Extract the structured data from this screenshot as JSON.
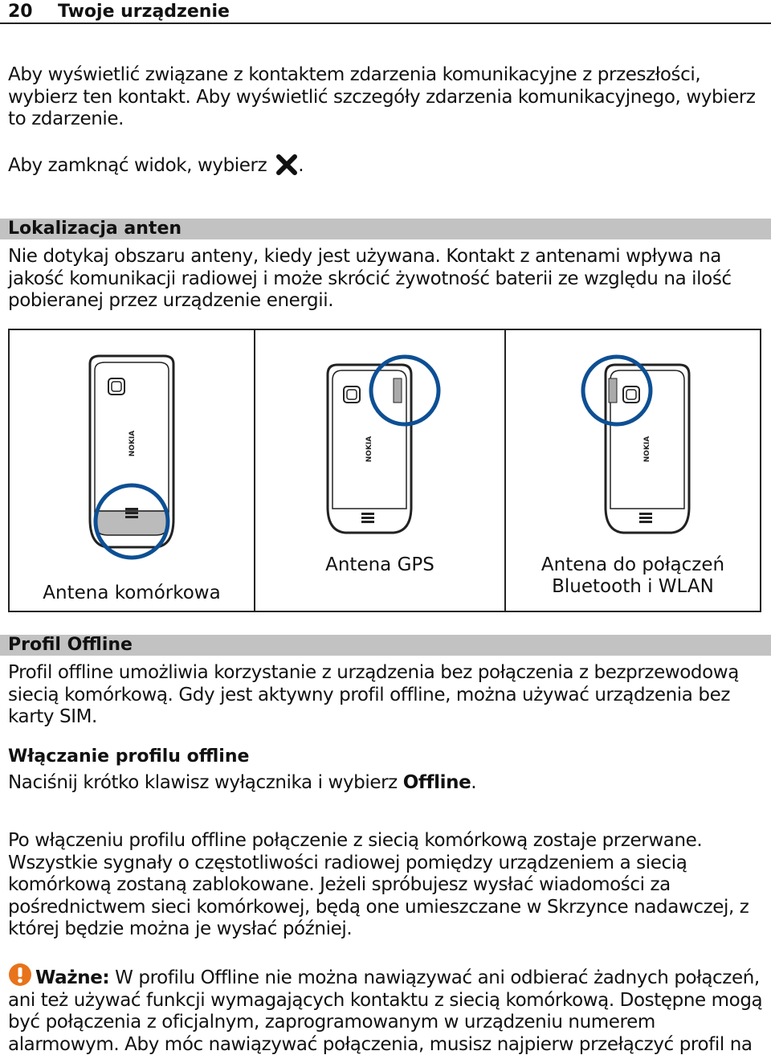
{
  "header": {
    "page_number": "20",
    "title": "Twoje urządzenie"
  },
  "intro": {
    "p1": "Aby wyświetlić związane z kontaktem zdarzenia komunikacyjne z przeszłości, wybierz ten kontakt. Aby wyświetlić szczegóły zdarzenia komunikacyjnego, wybierz to zdarzenie.",
    "p2_before": "Aby zamknąć widok, wybierz",
    "p2_after": "."
  },
  "antennas": {
    "heading": "Lokalizacja anten",
    "body": "Nie dotykaj obszaru anteny, kiedy jest używana. Kontakt z antenami wpływa na jakość komunikacji radiowej i może skrócić żywotność baterii ze względu na ilość pobieranej przez urządzenie energii.",
    "phone_brand": "NOKIA",
    "captions": [
      "Antena komórkowa",
      "Antena GPS",
      "Antena do połączeń",
      "Bluetooth i WLAN"
    ]
  },
  "offline": {
    "heading": "Profil Offline",
    "body": "Profil offline umożliwia korzystanie z urządzenia bez połączenia z bezprzewodową siecią komórkową. Gdy jest aktywny profil offline, można używać urządzenia bez karty SIM.",
    "subheading": "Włączanie profilu offline",
    "instr_before": "Naciśnij krótko klawisz wyłącznika i wybierz ",
    "instr_bold": "Offline",
    "instr_after": ".",
    "para": "Po włączeniu profilu offline połączenie z siecią komórkową zostaje przerwane. Wszystkie sygnały o częstotliwości radiowej pomiędzy urządzeniem a siecią komórkową zostaną zablokowane. Jeżeli spróbujesz wysłać wiadomości za pośrednictwem sieci komórkowej, będą one umieszczane w Skrzynce nadawczej, z której będzie można je wysłać później.",
    "important_label": "Ważne:",
    "important_text": " W profilu Offline nie można nawiązywać ani odbierać żadnych połączeń, ani też używać funkcji wymagających kontaktu z siecią komórkową. Dostępne mogą być połączenia z oficjalnym, zaprogramowanym w urządzeniu numerem alarmowym. Aby móc nawiązywać połączenia, musisz najpierw przełączyć profil na inny."
  },
  "colors": {
    "highlight_ring": "#0d4f94",
    "section_bar": "#c2c2c2",
    "warning": "#e8731a"
  },
  "icons": {
    "close": "close-x-icon",
    "warning": "warning-exclamation-icon"
  }
}
